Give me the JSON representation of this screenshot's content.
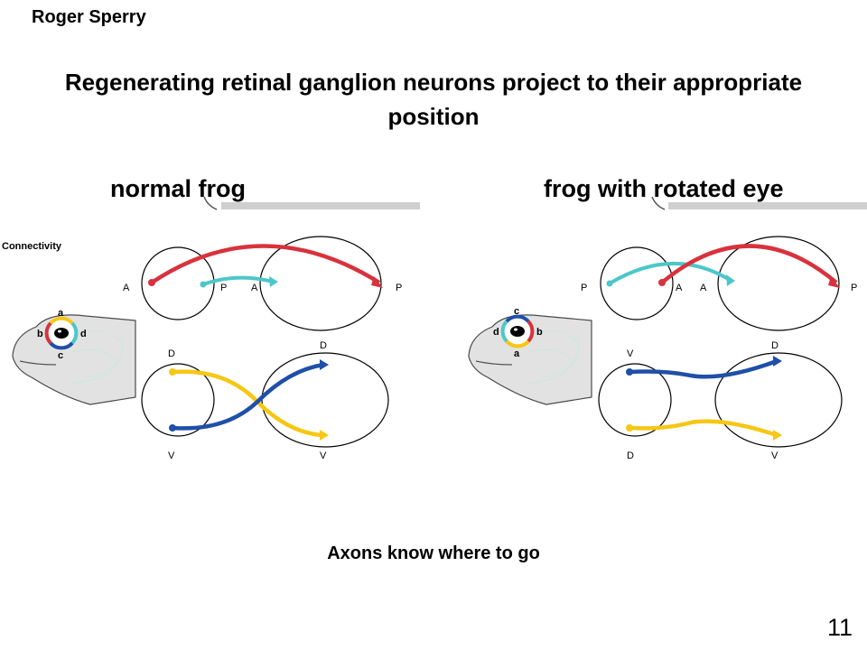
{
  "header": {
    "author": "Roger Sperry"
  },
  "title": "Regenerating retinal ganglion neurons project to their appropriate position",
  "panels": {
    "left": {
      "label": "normal frog",
      "tag": "Connectivity"
    },
    "right": {
      "label": "frog with rotated eye"
    }
  },
  "eye_letters": {
    "left": {
      "top": "a",
      "left": "b",
      "right": "d",
      "bottom": "c"
    },
    "right": {
      "top": "c",
      "left": "d",
      "right": "b",
      "bottom": "a"
    }
  },
  "axis_labels": {
    "left_ap": {
      "retina_left": "A",
      "retina_right": "P",
      "tectum_left": "A",
      "tectum_right": "P"
    },
    "left_dv": {
      "retina_top": "D",
      "retina_bottom": "V",
      "tectum_top": "D",
      "tectum_bottom": "V"
    },
    "right_ap": {
      "retina_left": "P",
      "retina_right": "A",
      "tectum_left": "A",
      "tectum_right": "P"
    },
    "right_dv": {
      "retina_top": "V",
      "retina_bottom": "D",
      "tectum_top": "D",
      "tectum_bottom": "V"
    }
  },
  "colors": {
    "red": "#d8323c",
    "cyan": "#4cc7c9",
    "yellow": "#f6c714",
    "blue": "#1f4fa8",
    "frog_gray": "#e2e2e2"
  },
  "caption": "Axons know where to go",
  "page_number": "11"
}
